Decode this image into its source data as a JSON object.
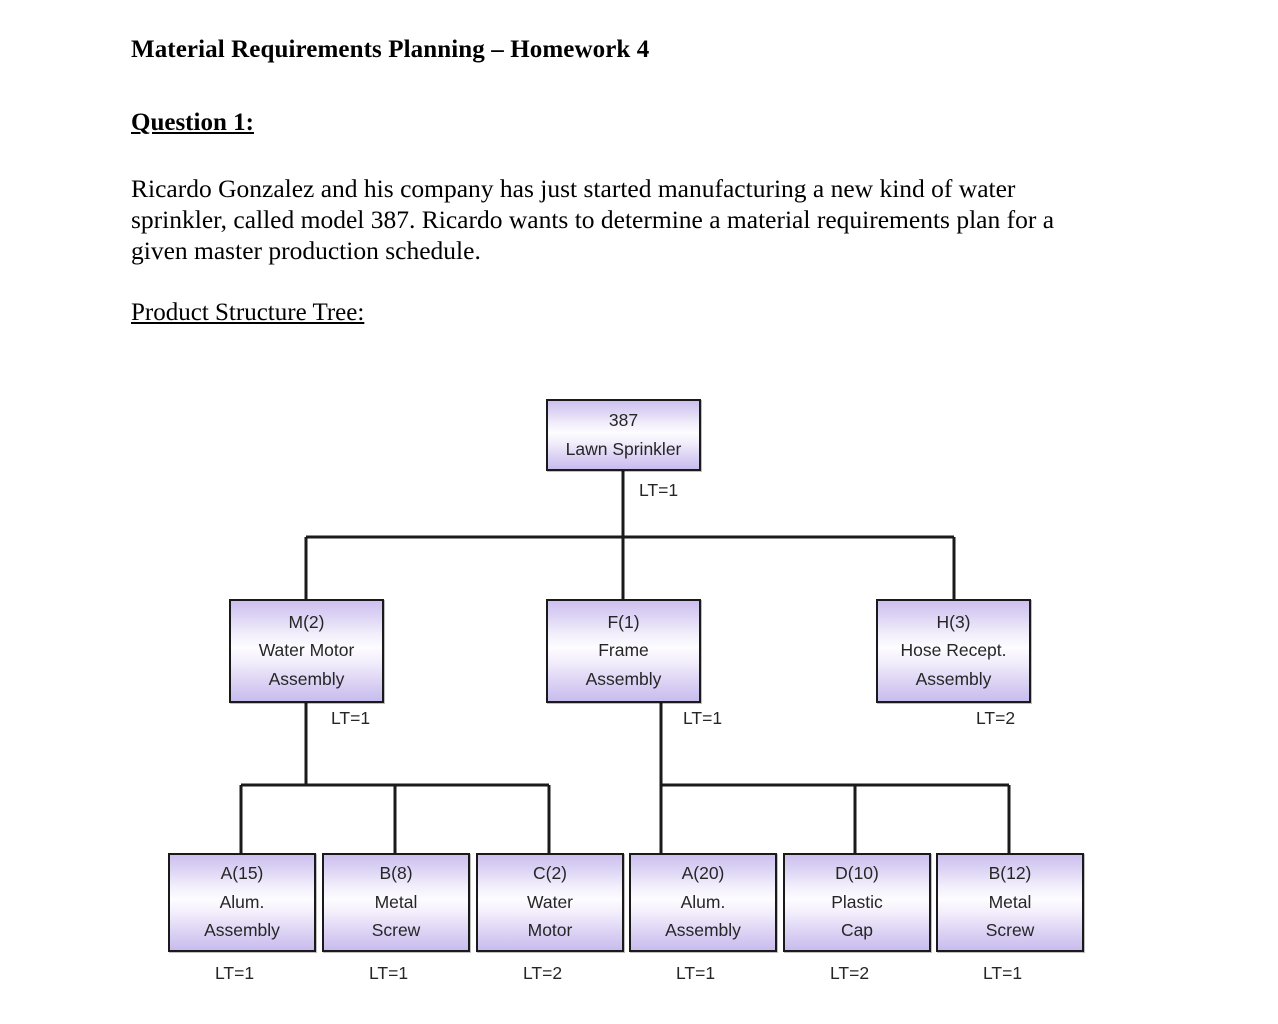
{
  "document": {
    "title": "Material Requirements Planning – Homework 4",
    "question_heading": "Question 1:",
    "paragraph": "Ricardo Gonzalez and his company has just started manufacturing a new kind of water sprinkler, called model 387. Ricardo wants to determine a material requirements plan for a given master production schedule.",
    "sub_heading": "Product Structure Tree:"
  },
  "tree": {
    "root": {
      "code": "387",
      "name_line1": "Lawn Sprinkler",
      "lead_time": "LT=1"
    },
    "level1": [
      {
        "code": "M(2)",
        "name_line1": "Water Motor",
        "name_line2": "Assembly",
        "lead_time": "LT=1"
      },
      {
        "code": "F(1)",
        "name_line1": "Frame",
        "name_line2": "Assembly",
        "lead_time": "LT=1"
      },
      {
        "code": "H(3)",
        "name_line1": "Hose Recept.",
        "name_line2": "Assembly",
        "lead_time": "LT=2"
      }
    ],
    "level2": [
      {
        "code": "A(15)",
        "name_line1": "Alum.",
        "name_line2": "Assembly",
        "lead_time": "LT=1"
      },
      {
        "code": "B(8)",
        "name_line1": "Metal",
        "name_line2": "Screw",
        "lead_time": "LT=1"
      },
      {
        "code": "C(2)",
        "name_line1": "Water",
        "name_line2": "Motor",
        "lead_time": "LT=2"
      },
      {
        "code": "A(20)",
        "name_line1": "Alum.",
        "name_line2": "Assembly",
        "lead_time": "LT=1"
      },
      {
        "code": "D(10)",
        "name_line1": "Plastic",
        "name_line2": "Cap",
        "lead_time": "LT=2"
      },
      {
        "code": "B(12)",
        "name_line1": "Metal",
        "name_line2": "Screw",
        "lead_time": "LT=1"
      }
    ],
    "colors": {
      "box_top": "#cdc0ef",
      "box_mid": "#fdfcff",
      "box_bottom": "#c9bcee",
      "border": "#1a1a1a",
      "text": "#262626"
    }
  }
}
